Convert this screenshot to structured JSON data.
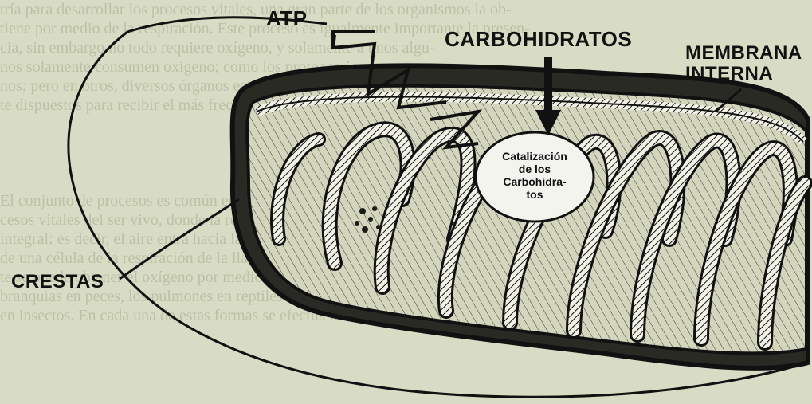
{
  "background_text": [
    "tría para desarrollar los procesos vitales, una gran parte de los organismos la ob-",
    "tiene por medio de la respiración. Este proceso es igualmente importante la presen-",
    "cia, sin embargo no todo requiere oxígeno, y solamente a unos algu-",
    "nos solamente consumen oxígeno; como los protozoarios y gusa-",
    "nos; pero en otros, diversos órganos están adecuadamen-",
    "te dispuestos para recibir el más frecuentemente importante un",
    "",
    "",
    "",
    "",
    "El conjunto de procesos es común entre todos los pro-",
    "cesos vitales del ser vivo, donde la respiración es el órgano más",
    "integral; es decir, el aire entra hacia la membrana celular de la",
    "de una célula de la respiración de la llamada respiración directa. Es-",
    "te se puede obtener el oxígeno por medio de órganos especializados como las",
    "branquias en peces, los pulmones en reptiles aves y mamíferos y tubos traqueales",
    "en insectos. En cada una de estas formas se efectúa la respiración indirecta (fig. 6-1)."
  ],
  "labels": {
    "atp": "ATP",
    "carbohidratos": "CARBOHIDRATOS",
    "membrana_line1": "MEMBRANA",
    "membrana_line2": "INTERNA",
    "crestas": "CRESTAS"
  },
  "bubble": {
    "line1": "Catalización",
    "line2": "de los",
    "line3": "Carbohidra-",
    "line4": "tos"
  },
  "colors": {
    "paper": "#d9dcc4",
    "ink": "#111111",
    "faded_text": "#b9bca3",
    "bubble_fill": "#f4f4ee"
  }
}
